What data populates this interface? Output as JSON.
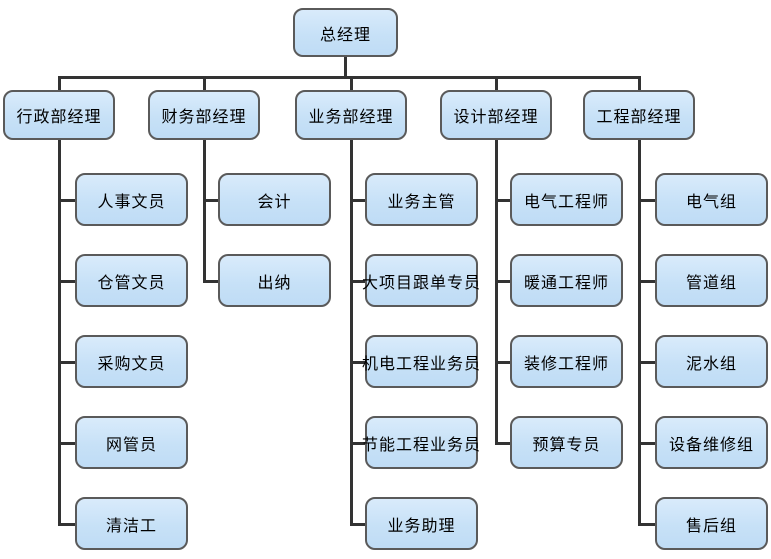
{
  "diagram": {
    "type": "org-chart",
    "root": {
      "label": "总经理"
    },
    "departments": [
      {
        "label": "行政部经理",
        "children": [
          {
            "label": "人事文员"
          },
          {
            "label": "仓管文员"
          },
          {
            "label": "采购文员"
          },
          {
            "label": "网管员"
          },
          {
            "label": "清洁工"
          }
        ]
      },
      {
        "label": "财务部经理",
        "children": [
          {
            "label": "会计"
          },
          {
            "label": "出纳"
          }
        ]
      },
      {
        "label": "业务部经理",
        "children": [
          {
            "label": "业务主管"
          },
          {
            "label": "大项目跟单专员"
          },
          {
            "label": "机电工程业务员"
          },
          {
            "label": "节能工程业务员"
          },
          {
            "label": "业务助理"
          }
        ]
      },
      {
        "label": "设计部经理",
        "children": [
          {
            "label": "电气工程师"
          },
          {
            "label": "暖通工程师"
          },
          {
            "label": "装修工程师"
          },
          {
            "label": "预算专员"
          }
        ]
      },
      {
        "label": "工程部经理",
        "children": [
          {
            "label": "电气组"
          },
          {
            "label": "管道组"
          },
          {
            "label": "泥水组"
          },
          {
            "label": "设备维修组"
          },
          {
            "label": "售后组"
          }
        ]
      }
    ]
  },
  "colors": {
    "node_fill": "#c7e1f7",
    "node_border": "#5a5a5a",
    "connector": "#333333",
    "text": "#000000",
    "canvas_bg": "#ffffff"
  }
}
